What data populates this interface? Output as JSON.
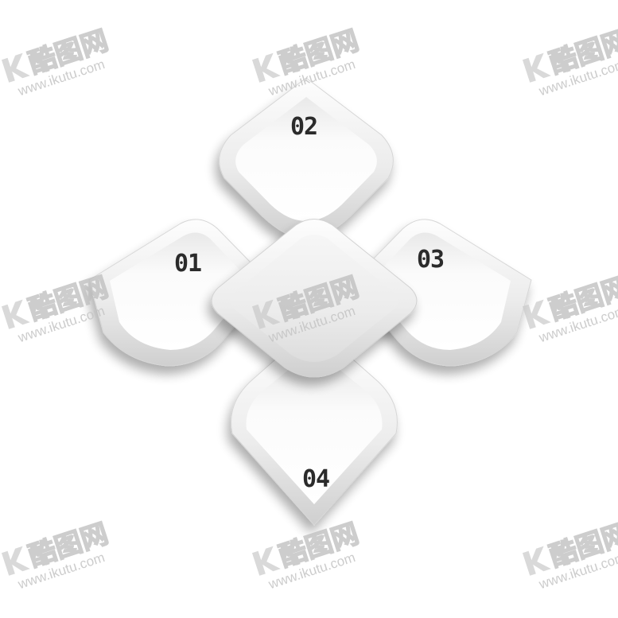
{
  "diagram": {
    "petals": [
      {
        "id": "left",
        "label": "01"
      },
      {
        "id": "top",
        "label": "02"
      },
      {
        "id": "right",
        "label": "03"
      },
      {
        "id": "bottom",
        "label": "04"
      }
    ],
    "colors": {
      "frame_light": "#fafafa",
      "frame_mid": "#e6e6e6",
      "frame_dark": "#c8c8c8",
      "inner_bg": "#ffffff",
      "label": "#2b2b2b"
    }
  },
  "watermark": {
    "brand": "酷图网",
    "url": "www.ikutu.com"
  }
}
